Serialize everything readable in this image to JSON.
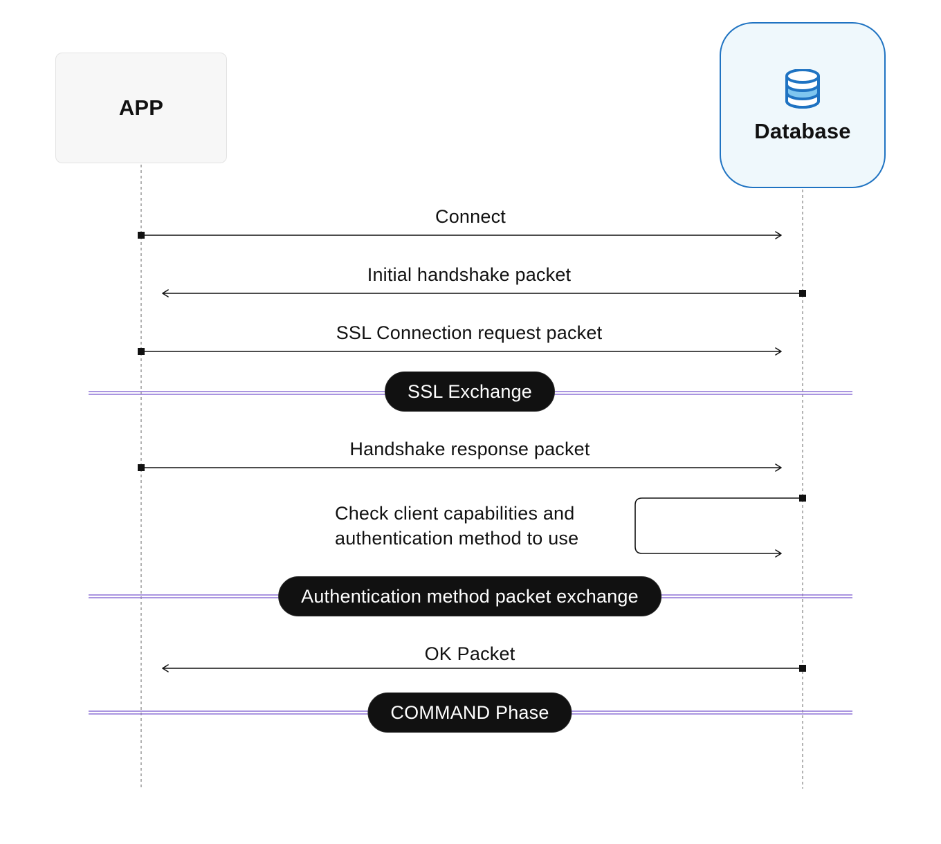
{
  "participants": {
    "app": {
      "label": "APP"
    },
    "database": {
      "label": "Database",
      "icon": "database-icon",
      "accent_color": "#1f73c2"
    }
  },
  "messages": [
    {
      "label": "Connect",
      "from": "app",
      "to": "database"
    },
    {
      "label": "Initial handshake packet",
      "from": "database",
      "to": "app"
    },
    {
      "label": "SSL Connection request packet",
      "from": "app",
      "to": "database"
    },
    {
      "label": "Handshake response packet",
      "from": "app",
      "to": "database"
    },
    {
      "label": "OK Packet",
      "from": "database",
      "to": "app"
    }
  ],
  "self_message": {
    "participant": "database",
    "lines": [
      "Check client capabilities and",
      "authentication method to use"
    ]
  },
  "phases": [
    {
      "label": "SSL Exchange"
    },
    {
      "label": "Authentication method packet exchange"
    },
    {
      "label": "COMMAND Phase"
    }
  ],
  "colors": {
    "phase_line": "#8d72d6",
    "pill_background": "#111111",
    "arrow": "#111111",
    "lifeline": "#9a9a9a"
  }
}
